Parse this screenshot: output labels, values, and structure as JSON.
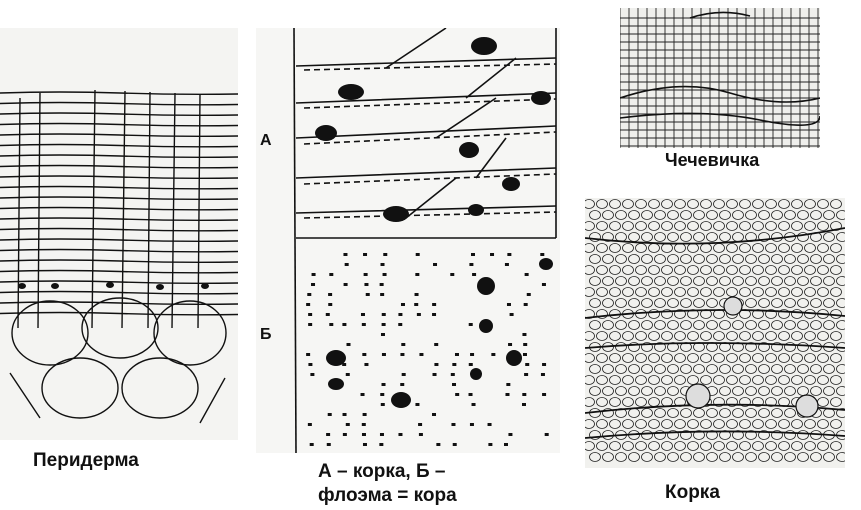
{
  "captions": {
    "periderm": "Перидерма",
    "bark_phloem_line1": "А – корка, Б –",
    "bark_phloem_line2": "флоэма = кора",
    "lenticel": "Чечевичка",
    "rhytidome": "Корка"
  },
  "markers": {
    "a": "А",
    "b": "Б"
  },
  "colors": {
    "ink": "#111111",
    "paper": "#f3f3f3",
    "background": "#ffffff"
  }
}
